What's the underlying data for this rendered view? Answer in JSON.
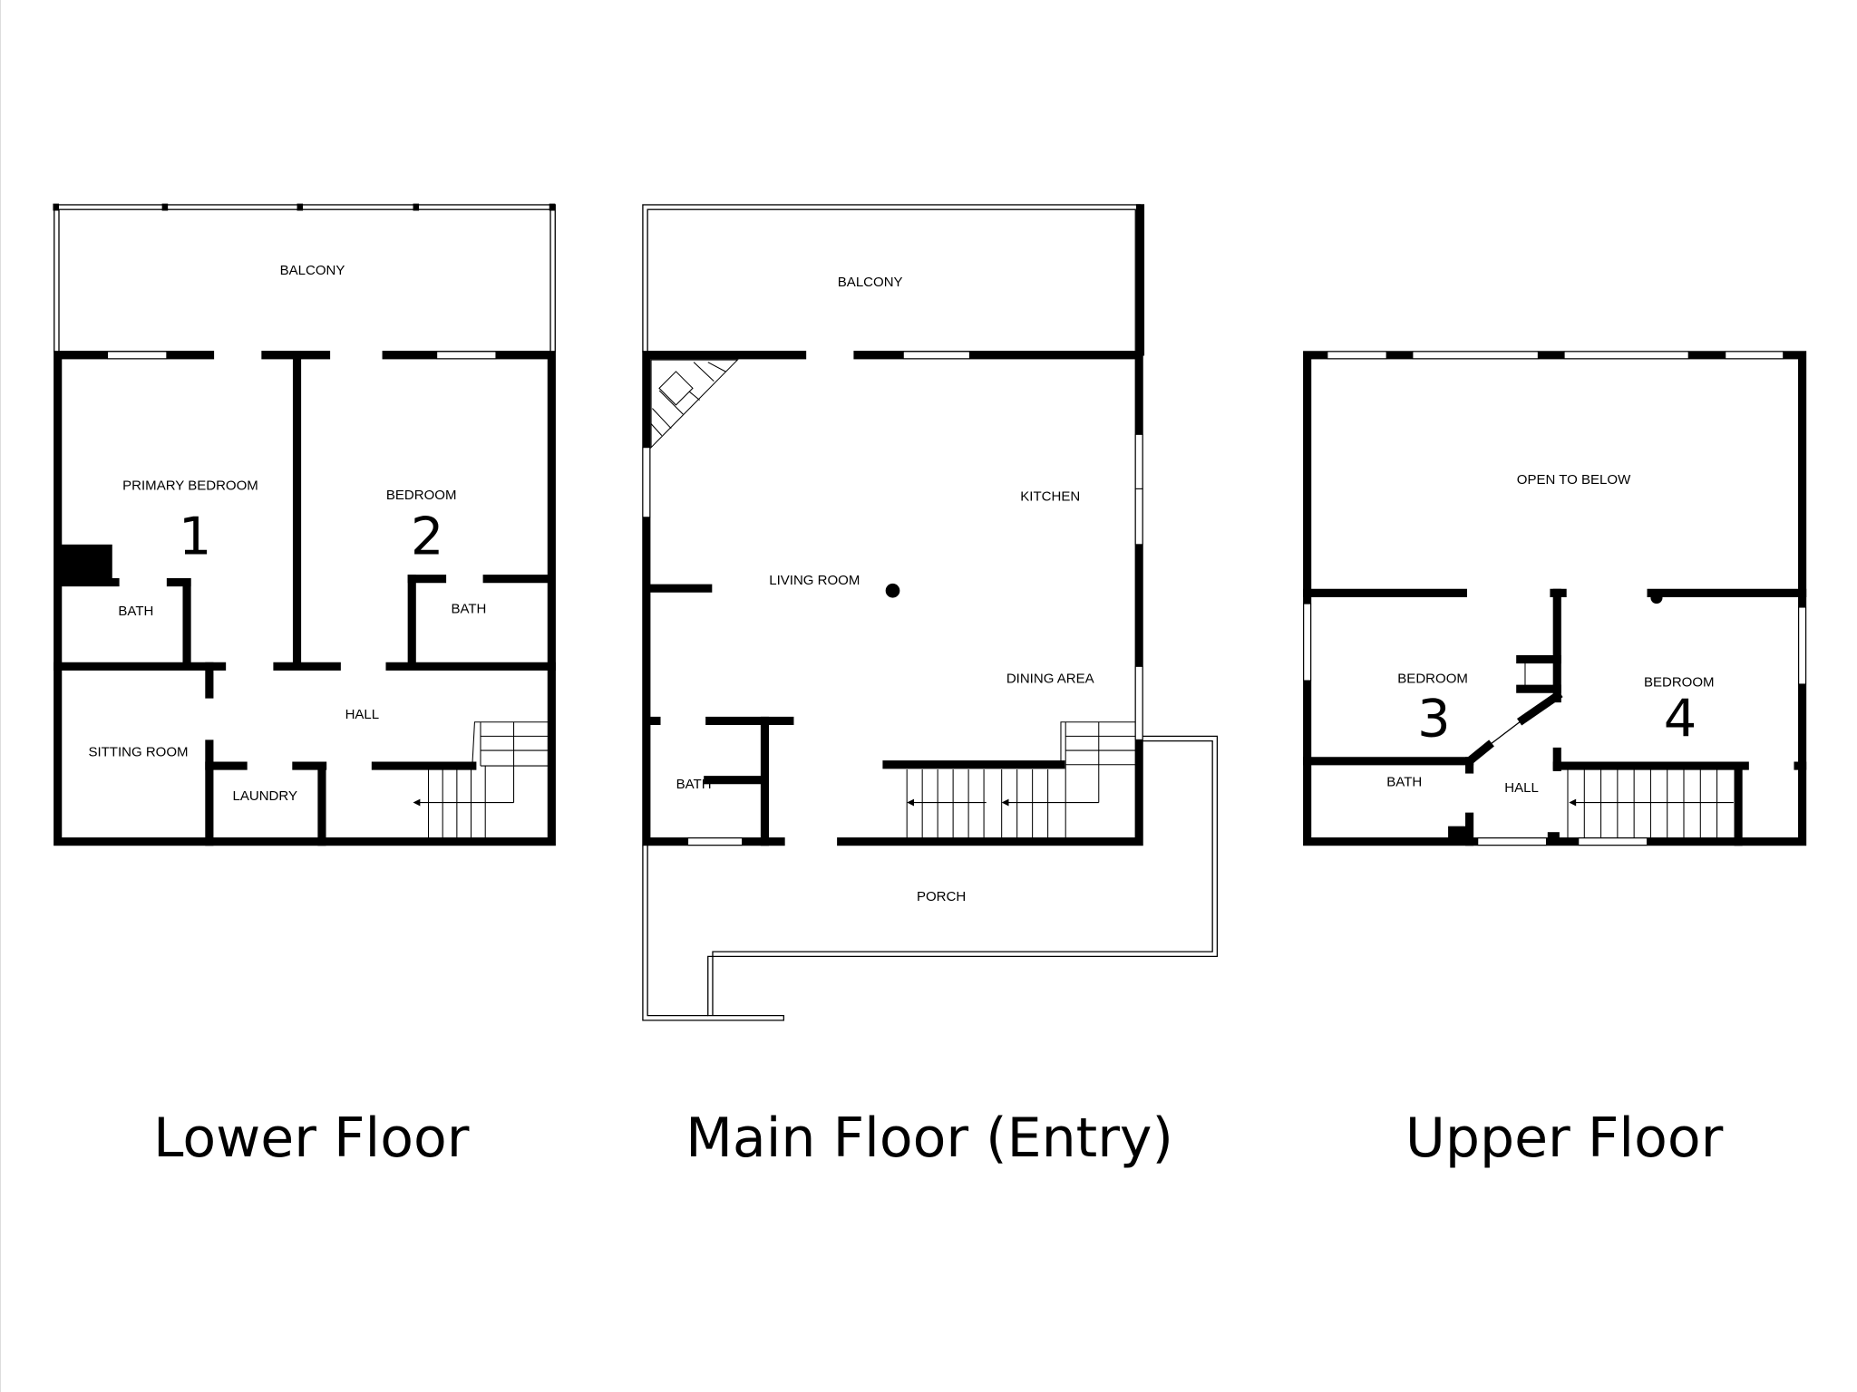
{
  "floors": {
    "lower": {
      "title": "Lower Floor",
      "rooms": {
        "balcony": "BALCONY",
        "primary_bedroom": "PRIMARY BEDROOM",
        "primary_bedroom_number": "1",
        "bedroom": "BEDROOM",
        "bedroom_number": "2",
        "bath_1": "BATH",
        "bath_2": "BATH",
        "hall": "HALL",
        "sitting_room": "SITTING ROOM",
        "laundry": "LAUNDRY"
      }
    },
    "main": {
      "title": "Main Floor (Entry)",
      "rooms": {
        "balcony": "BALCONY",
        "kitchen": "KITCHEN",
        "living_room": "LIVING ROOM",
        "dining_area": "DINING AREA",
        "bath": "BATH",
        "porch": "PORCH"
      }
    },
    "upper": {
      "title": "Upper Floor",
      "rooms": {
        "open_to_below": "OPEN TO BELOW",
        "bedroom_3": "BEDROOM",
        "bedroom_3_number": "3",
        "bedroom_4": "BEDROOM",
        "bedroom_4_number": "4",
        "bath": "BATH",
        "hall": "HALL"
      }
    }
  }
}
